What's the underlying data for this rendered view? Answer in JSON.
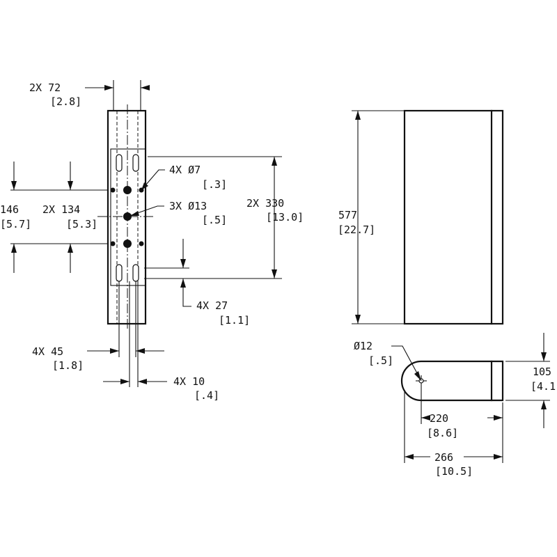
{
  "front_view": {
    "width_2x": {
      "value": "2X 72",
      "alt": "[2.8]"
    },
    "hole_small": {
      "value": "4X Ø7",
      "alt": "[.3]"
    },
    "hole_large": {
      "value": "3X Ø13",
      "alt": "[.5]"
    },
    "spacing_outer": {
      "value": "146",
      "alt": "[5.7]"
    },
    "spacing_inner": {
      "value": "2X 134",
      "alt": "[5.3]"
    },
    "height_2x": {
      "value": "2X 330",
      "alt": "[13.0]"
    },
    "slot_height": {
      "value": "4X 27",
      "alt": "[1.1]"
    },
    "slot_offset": {
      "value": "4X 45",
      "alt": "[1.8]"
    },
    "slot_width": {
      "value": "4X 10",
      "alt": "[.4]"
    }
  },
  "side_view": {
    "height": {
      "value": "577",
      "alt": "[22.7]"
    }
  },
  "top_view": {
    "pivot_hole": {
      "value": "Ø12",
      "alt": "[.5]"
    },
    "depth": {
      "value": "105",
      "alt": "[4.1]"
    },
    "hole_to_end": {
      "value": "220",
      "alt": "[8.6]"
    },
    "overall_length": {
      "value": "266",
      "alt": "[10.5]"
    }
  }
}
